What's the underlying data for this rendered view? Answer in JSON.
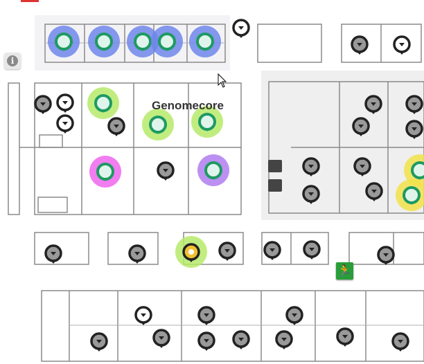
{
  "map": {
    "area_label": "Genomecore",
    "info_button": "i",
    "exit_sign_icon": "running-man-exit-icon",
    "colors": {
      "booked_blue": "#6f86ea",
      "available_green": "#b6ea6a",
      "magenta": "#ee66ee",
      "purple": "#b07cf0",
      "yellow": "#f2e24a",
      "pin_green": "#1e9a62",
      "pin_dark": "#222222",
      "exit_green": "#2a9d3a"
    },
    "marker_types": [
      "desk-blue",
      "desk-green",
      "desk-magenta",
      "desk-purple",
      "desk-yellow",
      "pin-dark",
      "pin-white",
      "pin-ball",
      "pin-orange"
    ]
  }
}
